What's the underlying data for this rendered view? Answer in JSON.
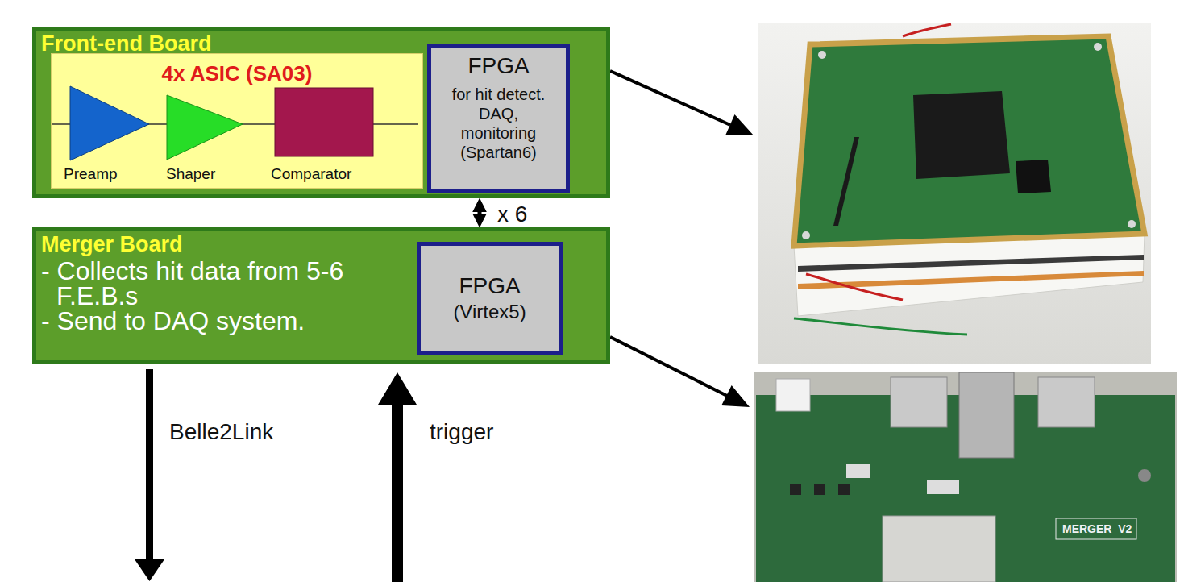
{
  "diagram": {
    "nodes": [
      {
        "text": [
          "Front-end Board"
        ]
      },
      {
        "text": [
          "4x ASIC (SA03)"
        ],
        "in": 0
      },
      {
        "text": [
          "FPGA",
          "for hit detect. DAQ, monitoring (Spartan6)"
        ],
        "in": 0
      },
      {
        "text": [
          "Merger Board",
          "- Collects hit data from 5-6 F.E.B.s",
          "- Send to DAQ system."
        ]
      },
      {
        "text": [
          "FPGA",
          "(Virtex5)"
        ],
        "in": 3
      }
    ],
    "edges": [
      {
        "from": 0,
        "to": 3,
        "label": "x 6",
        "arrow": "both"
      }
    ],
    "labels": [
      "Preamp",
      "Shaper",
      "Comparator",
      "Belle2Link",
      "trigger",
      "MERGER_V2"
    ]
  }
}
